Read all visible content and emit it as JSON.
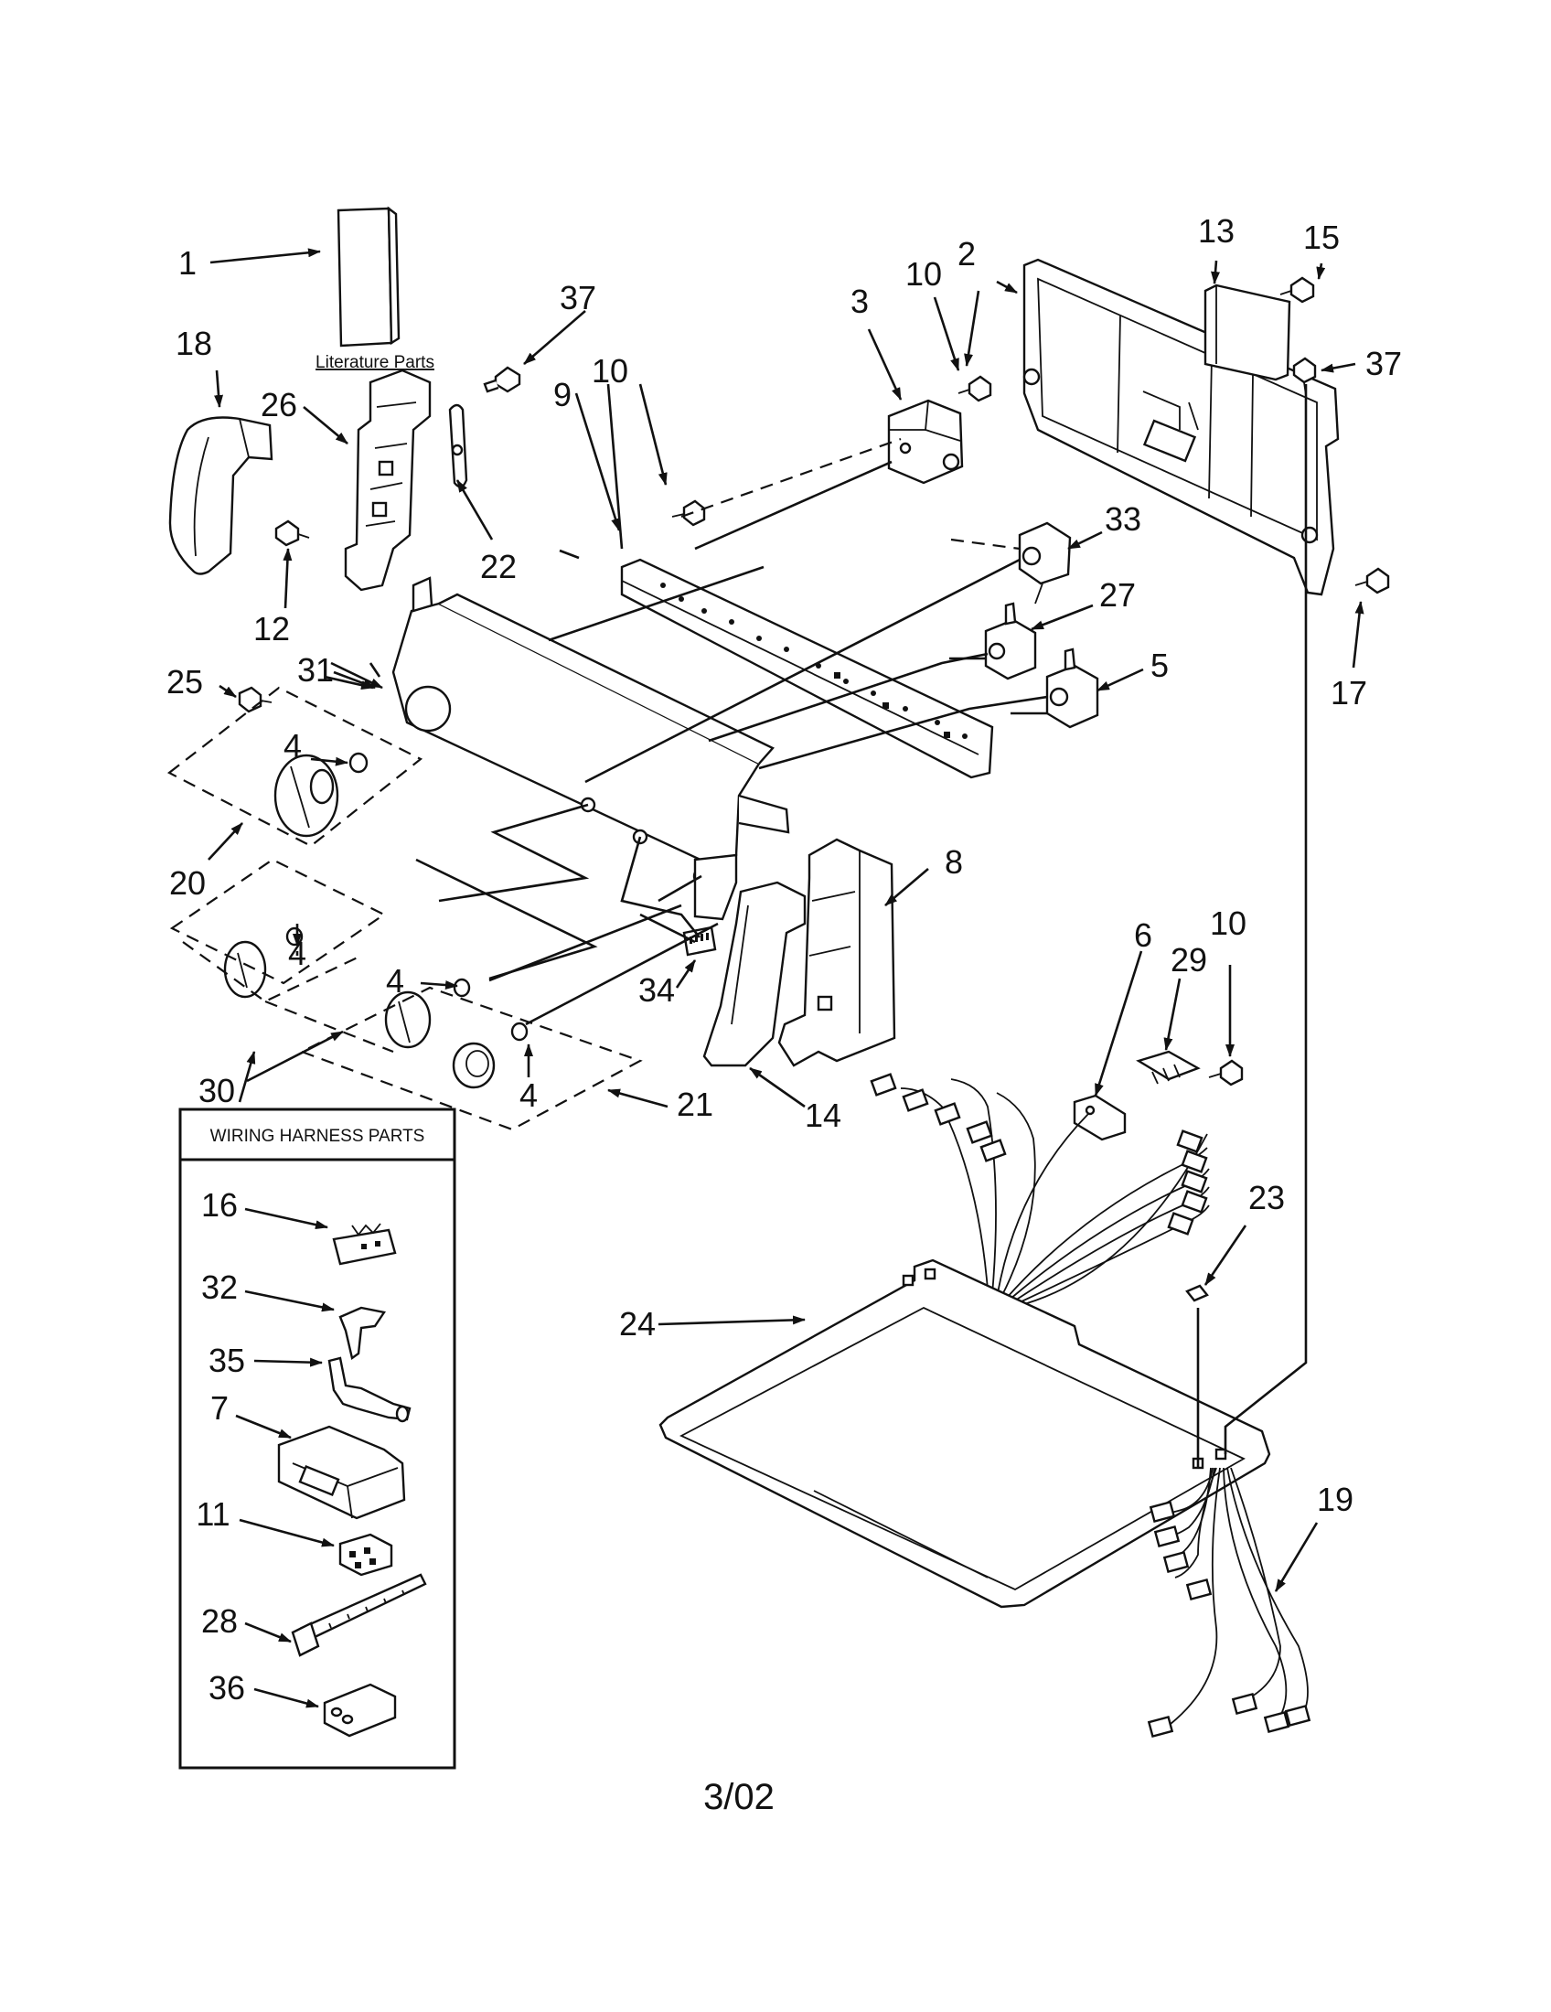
{
  "labels": {
    "l1": "1",
    "l2": "2",
    "l3": "3",
    "l4a": "4",
    "l4b": "4",
    "l4c": "4",
    "l4d": "4",
    "l5": "5",
    "l6": "6",
    "l7": "7",
    "l8": "8",
    "l9": "9",
    "l10a": "10",
    "l10b": "10",
    "l10c": "10",
    "l11": "11",
    "l12": "12",
    "l13": "13",
    "l14": "14",
    "l15": "15",
    "l16": "16",
    "l17": "17",
    "l18": "18",
    "l19": "19",
    "l20": "20",
    "l21": "21",
    "l22": "22",
    "l23": "23",
    "l24": "24",
    "l25": "25",
    "l26": "26",
    "l27": "27",
    "l28": "28",
    "l29": "29",
    "l30": "30",
    "l31": "31",
    "l32": "32",
    "l33": "33",
    "l34": "34",
    "l35": "35",
    "l36": "36",
    "l37a": "37",
    "l37b": "37"
  },
  "captions": {
    "literature": "Literature Parts",
    "wiring_box_title": "WIRING HARNESS PARTS"
  },
  "footer": {
    "date_code": "3/02"
  }
}
